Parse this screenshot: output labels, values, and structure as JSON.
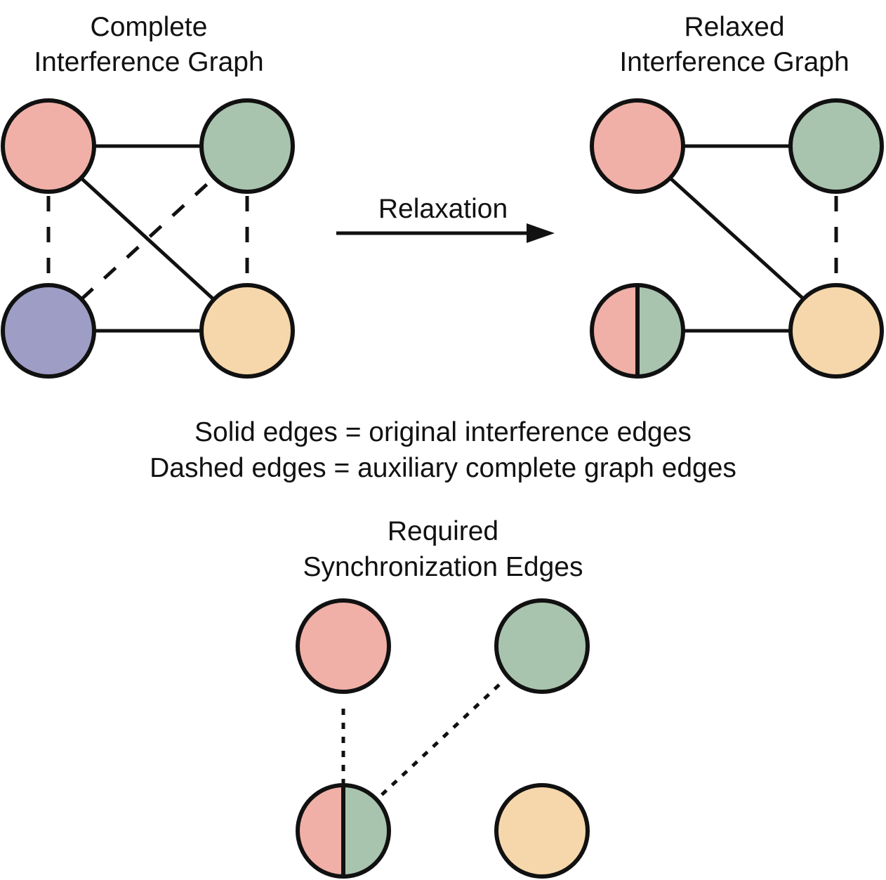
{
  "colors": {
    "red": "#F0B0A7",
    "green": "#A9C4AE",
    "purple": "#9D9DC5",
    "orange": "#F6D7AB",
    "stroke": "#111111"
  },
  "complete_graph": {
    "title_line1": "Complete",
    "title_line2": "Interference Graph"
  },
  "relaxation": {
    "label": "Relaxation"
  },
  "relaxed_graph": {
    "title_line1": "Relaxed",
    "title_line2": "Interference Graph"
  },
  "legend": {
    "line1": "Solid edges = original interference edges",
    "line2": "Dashed edges = auxiliary complete graph edges"
  },
  "sync_graph": {
    "title_line1": "Required",
    "title_line2": "Synchronization Edges"
  }
}
